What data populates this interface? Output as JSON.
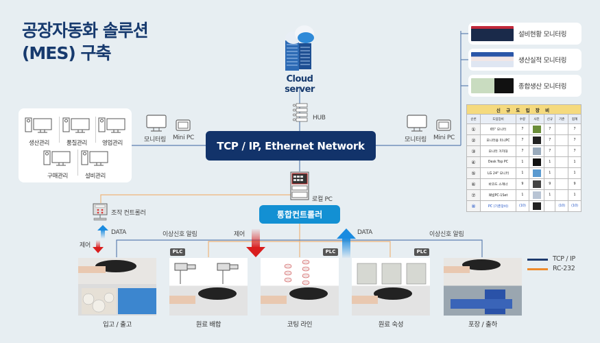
{
  "title": {
    "line1": "공장자동화 솔루션",
    "line2": "(MES) 구축"
  },
  "cloud": {
    "label": "Cloud server",
    "icon": "cloud-server-icon"
  },
  "hub": {
    "label": "HUB",
    "icon": "hub-icon"
  },
  "network": {
    "label": "TCP / IP, Ethernet Network"
  },
  "local_pc": {
    "label": "로컬 PC",
    "icon": "rack-pc-icon"
  },
  "controller": {
    "label": "통합컨트롤러"
  },
  "operation_controller": {
    "label": "조작 컨트롤러",
    "icon": "controller-terminal-icon"
  },
  "left_terminals": {
    "monitoring": "모니터링",
    "mini_pc": "Mini PC"
  },
  "right_terminals": {
    "monitoring": "모니터링",
    "mini_pc": "Mini PC"
  },
  "departments": [
    {
      "label": "생산관리"
    },
    {
      "label": "품질관리"
    },
    {
      "label": "영업관리"
    },
    {
      "label": "구매관리"
    },
    {
      "label": "설비관리"
    }
  ],
  "monitor_cards": [
    {
      "label": "설비현황 모니터링",
      "thumb_color": "#1a2a4a"
    },
    {
      "label": "생산실적 모니터링",
      "thumb_color": "#2a56a8"
    },
    {
      "label": "종합생산 모니터링",
      "thumb_color": "#2e3d2c"
    }
  ],
  "equipment_table": {
    "caption": "신 규 도 입 장 비",
    "headers": [
      "순번",
      "도입장비",
      "수량",
      "사진",
      "신규",
      "기존",
      "합계"
    ],
    "rows": [
      {
        "no": "①",
        "name": "65\" 모니터",
        "qty": "7",
        "new": "7",
        "old": "",
        "total": "7"
      },
      {
        "no": "②",
        "name": "모니터용 미니PC",
        "qty": "7",
        "new": "7",
        "old": "",
        "total": "7"
      },
      {
        "no": "③",
        "name": "모니터 거치대",
        "qty": "7",
        "new": "7",
        "old": "",
        "total": "7"
      },
      {
        "no": "④",
        "name": "Desk Top PC",
        "qty": "1",
        "new": "1",
        "old": "",
        "total": "1"
      },
      {
        "no": "⑤",
        "name": "LG 24\" 모니터",
        "qty": "1",
        "new": "1",
        "old": "",
        "total": "1"
      },
      {
        "no": "⑥",
        "name": "바코드 스캐너",
        "qty": "9",
        "new": "9",
        "old": "",
        "total": "9"
      },
      {
        "no": "⑦",
        "name": "패널PC-1Set",
        "qty": "1",
        "new": "1",
        "old": "",
        "total": "1"
      },
      {
        "no": "⑧",
        "name": "PC (기존장비)",
        "qty": "(10)",
        "new": "",
        "old": "(10)",
        "total": "(10)"
      }
    ]
  },
  "signals": {
    "data_left": "DATA",
    "control_left": "제어",
    "alarm_left": "이상신호 알림",
    "control_mid": "제어",
    "data_mid": "DATA",
    "alarm_right": "이상신호 알림"
  },
  "plc_label": "PLC",
  "stages": [
    {
      "label": "입고 / 출고",
      "plc": false
    },
    {
      "label": "원료 배합",
      "plc": true
    },
    {
      "label": "코팅 라인",
      "plc": true
    },
    {
      "label": "원료 숙성",
      "plc": true
    },
    {
      "label": "포장 / 출하",
      "plc": false
    }
  ],
  "legend": [
    {
      "label": "TCP / IP",
      "color": "#1d3a6e"
    },
    {
      "label": "RC-232",
      "color": "#ee8a2b"
    }
  ],
  "colors": {
    "tcp_line": "#5d7fb1",
    "rs_line": "#eeb57a",
    "title": "#173a6e",
    "network_box": "#12336a",
    "controller_box": "#1390d3",
    "control_arrow": "#d91e1e",
    "data_arrow": "#1a8be0"
  }
}
